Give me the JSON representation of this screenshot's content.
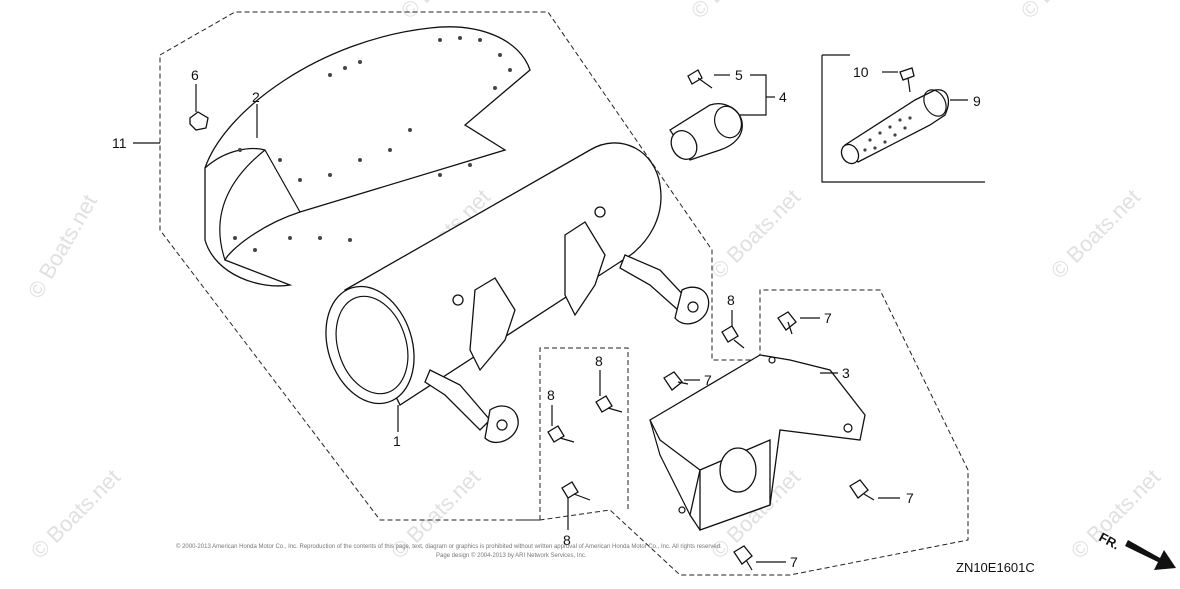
{
  "callouts": {
    "p1": "1",
    "p2": "2",
    "p3": "3",
    "p4": "4",
    "p5": "5",
    "p6": "6",
    "p7a": "7",
    "p7b": "7",
    "p7c": "7",
    "p7d": "7",
    "p8a": "8",
    "p8b": "8",
    "p8c": "8",
    "p8d": "8",
    "p9": "9",
    "p10": "10",
    "p11": "11"
  },
  "diagram_code": "ZN10E1601C",
  "front_label": "FR.",
  "watermark": "© Boats.net",
  "copyright_line1": "© 2000-2013 American Honda Motor Co., Inc. Reproduction of the contents of this page, text, diagram or graphics is prohibited without written approval of American Honda Motor Co., Inc. All rights reserved.",
  "copyright_line2": "Page design © 2004-2013 by ARI Network Services, Inc.",
  "colors": {
    "line": "#111111",
    "watermark": "#c8c8c8"
  }
}
